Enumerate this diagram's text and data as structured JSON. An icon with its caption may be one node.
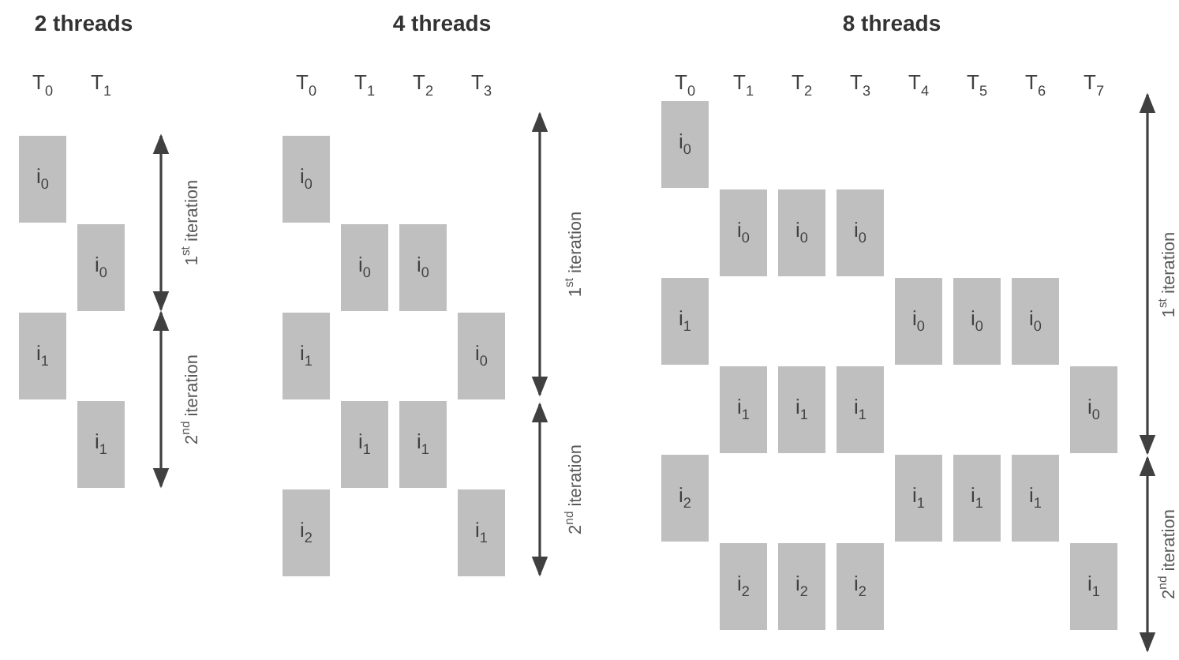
{
  "diagram": {
    "nodes": [
      {
        "text": [
          "i$_{0}$"
        ]
      },
      {
        "text": [
          "i$_{0}$"
        ]
      },
      {
        "text": [
          "i$_{1}$"
        ]
      },
      {
        "text": [
          "i$_{1}$"
        ]
      },
      {
        "text": [
          "i$_{0}$"
        ]
      },
      {
        "text": [
          "i$_{0}$"
        ]
      },
      {
        "text": [
          "i$_{0}$"
        ]
      },
      {
        "text": [
          "i$_{1}$"
        ]
      },
      {
        "text": [
          "i$_{0}$"
        ]
      },
      {
        "text": [
          "i$_{1}$"
        ]
      },
      {
        "text": [
          "i$_{1}$"
        ]
      },
      {
        "text": [
          "i$_{2}$"
        ]
      },
      {
        "text": [
          "i$_{1}$"
        ]
      },
      {
        "text": [
          "i$_{0}$"
        ]
      },
      {
        "text": [
          "i$_{0}$"
        ]
      },
      {
        "text": [
          "i$_{0}$"
        ]
      },
      {
        "text": [
          "i$_{0}$"
        ]
      },
      {
        "text": [
          "i$_{1}$"
        ]
      },
      {
        "text": [
          "i$_{0}$"
        ]
      },
      {
        "text": [
          "i$_{0}$"
        ]
      },
      {
        "text": [
          "i$_{0}$"
        ]
      },
      {
        "text": [
          "i$_{1}$"
        ]
      },
      {
        "text": [
          "i$_{1}$"
        ]
      },
      {
        "text": [
          "i$_{1}$"
        ]
      },
      {
        "text": [
          "i$_{0}$"
        ]
      },
      {
        "text": [
          "i$_{2}$"
        ]
      },
      {
        "text": [
          "i$_{1}$"
        ]
      },
      {
        "text": [
          "i$_{1}$"
        ]
      },
      {
        "text": [
          "i$_{1}$"
        ]
      },
      {
        "text": [
          "i$_{2}$"
        ]
      },
      {
        "text": [
          "i$_{2}$"
        ]
      },
      {
        "text": [
          "i$_{2}$"
        ]
      },
      {
        "text": [
          "i$_{1}$"
        ]
      }
    ],
    "labels": [
      "2 threads",
      "4 threads",
      "8 threads",
      "T$_{0}$",
      "T$_{1}$",
      "T$_{0}$",
      "T$_{1}$",
      "T$_{2}$",
      "T$_{3}$",
      "T$_{0}$",
      "T$_{1}$",
      "T$_{2}$",
      "T$_{3}$",
      "T$_{4}$",
      "T$_{5}$",
      "T$_{6}$",
      "T$_{7}$",
      "1$^{st}$ iteration",
      "2$^{nd}$ iteration",
      "1$^{st}$ iteration",
      "2$^{nd}$ iteration",
      "1$^{st}$ iteration",
      "2$^{nd}$ iteration"
    ]
  }
}
